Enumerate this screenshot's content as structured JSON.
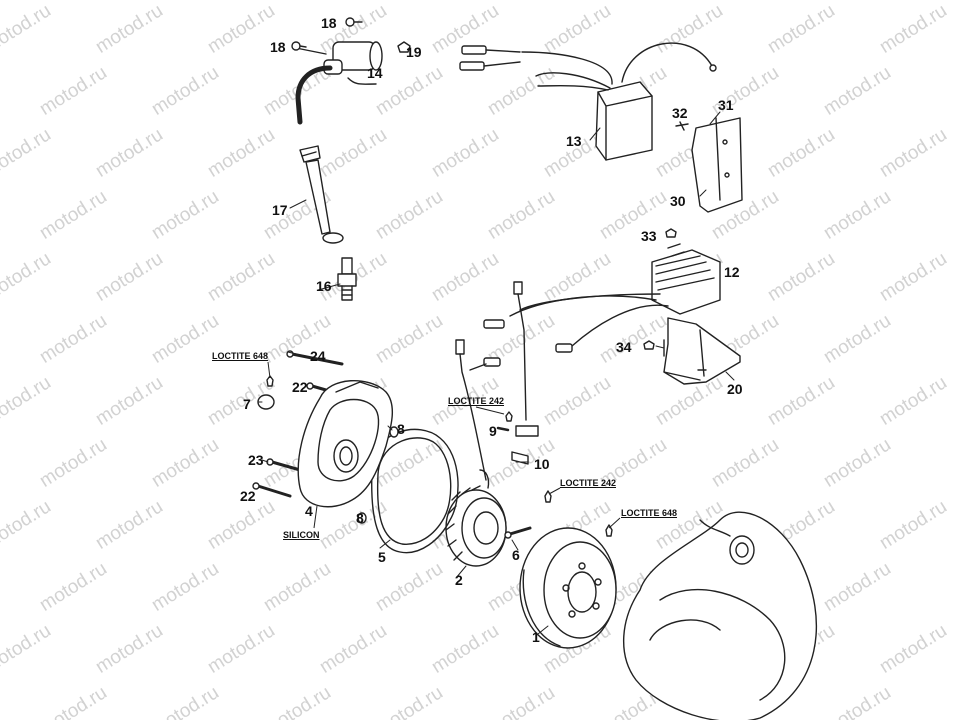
{
  "watermark": "motod.ru",
  "watermark_color": "#d2d2d2",
  "line_color": "#222222",
  "parts": [
    {
      "id": "flywheel",
      "label": "1"
    },
    {
      "id": "stator",
      "label": "2"
    },
    {
      "id": "cover-bolt",
      "label": "4"
    },
    {
      "id": "gasket",
      "label": "5"
    },
    {
      "id": "flywheel-screw",
      "label": "6"
    },
    {
      "id": "plug",
      "label": "7"
    },
    {
      "id": "dowel-upper",
      "label": "8"
    },
    {
      "id": "dowel-lower",
      "label": "8"
    },
    {
      "id": "clamp-screw",
      "label": "9"
    },
    {
      "id": "cable-clamp",
      "label": "10"
    },
    {
      "id": "regulator",
      "label": "12"
    },
    {
      "id": "cdi-unit",
      "label": "13"
    },
    {
      "id": "ignition-coil",
      "label": "14"
    },
    {
      "id": "spark-plug",
      "label": "16"
    },
    {
      "id": "plug-cap",
      "label": "17"
    },
    {
      "id": "coil-screw-left",
      "label": "18"
    },
    {
      "id": "coil-screw-top",
      "label": "18"
    },
    {
      "id": "coil-nut",
      "label": "19"
    },
    {
      "id": "regulator-bracket",
      "label": "20"
    },
    {
      "id": "cover-screw-upper",
      "label": "22"
    },
    {
      "id": "cover-screw-lower",
      "label": "22"
    },
    {
      "id": "cover-screw-mid",
      "label": "23"
    },
    {
      "id": "cover-screw-top",
      "label": "24"
    },
    {
      "id": "rubber-holder",
      "label": "30"
    },
    {
      "id": "cdi-bracket",
      "label": "31"
    },
    {
      "id": "bracket-screw",
      "label": "32"
    },
    {
      "id": "regulator-nut",
      "label": "33"
    },
    {
      "id": "bracket-nut",
      "label": "34"
    }
  ],
  "notes": [
    {
      "id": "loctite-648-plug",
      "text": "LOCTITE 648"
    },
    {
      "id": "loctite-242-clamp",
      "text": "LOCTITE 242"
    },
    {
      "id": "loctite-242-screw",
      "text": "LOCTITE 242"
    },
    {
      "id": "loctite-648-flywheel",
      "text": "LOCTITE 648"
    },
    {
      "id": "silicon-cover",
      "text": "SILICON"
    }
  ]
}
